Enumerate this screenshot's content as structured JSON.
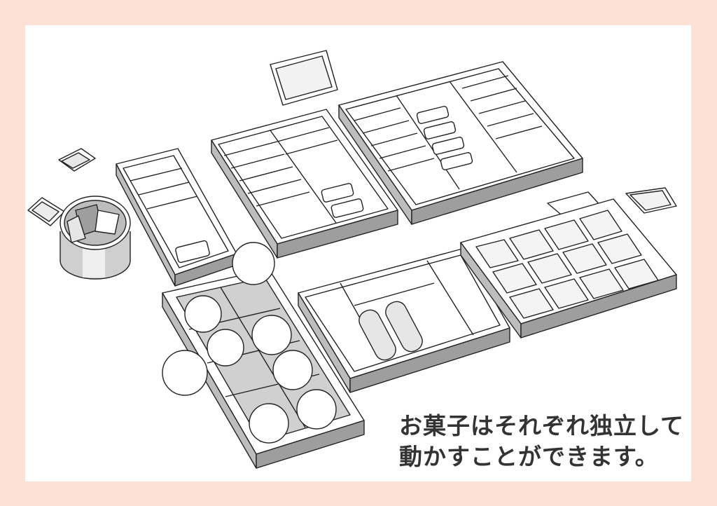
{
  "page": {
    "border_color": "#fde0d6",
    "panel_color": "#ffffff"
  },
  "illustration": {
    "description": "Isometric line drawing of Japanese sweets boxes with individually movable sweets",
    "items": [
      "round-canister-with-wrapped-sweets",
      "narrow-box-with-wrapped-sweets",
      "two-column-box-with-wrapped-sweets",
      "three-column-box-with-wrapped-sweets",
      "eight-compartment-box-with-round-sweets",
      "mixed-compartment-box-with-cylinders",
      "twelve-compartment-grid-box",
      "loose-wrapped-sweets",
      "loose-round-sweets"
    ]
  },
  "caption": {
    "line1": "お菓子はそれぞれ独立して",
    "line2": "動かすことができます。",
    "color": "#333333"
  }
}
